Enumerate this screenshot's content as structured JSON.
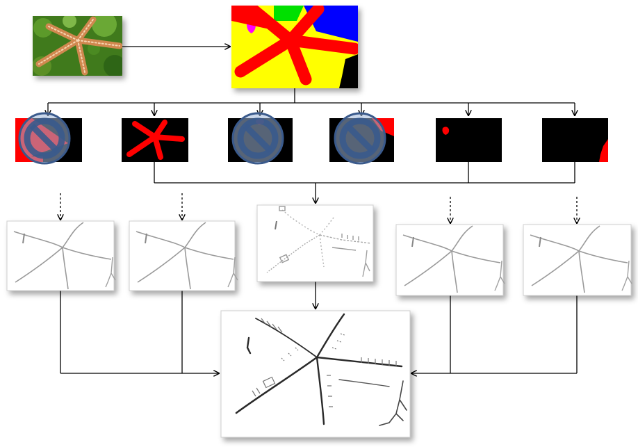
{
  "diagram": {
    "input_image": "starfish-photo",
    "segmentation_map": "segmentation-label-map",
    "region_masks": [
      {
        "id": "mask-1",
        "region": "red-left",
        "rejected": true
      },
      {
        "id": "mask-2",
        "region": "starfish",
        "rejected": false
      },
      {
        "id": "mask-3",
        "region": "small-red-top",
        "rejected": true
      },
      {
        "id": "mask-4",
        "region": "red-corner",
        "rejected": true
      },
      {
        "id": "mask-5",
        "region": "small-blob",
        "rejected": false
      },
      {
        "id": "mask-6",
        "region": "right-edge",
        "rejected": false
      }
    ],
    "edge_maps": [
      "edge-map-1",
      "edge-map-2",
      "edge-map-3-combined-mask",
      "edge-map-4",
      "edge-map-5"
    ],
    "output": "fused-edge-map",
    "colors": {
      "segment_red": "#ff0000",
      "segment_yellow": "#ffff00",
      "segment_green": "#00e000",
      "segment_blue": "#0000ff",
      "segment_magenta": "#ff00ff",
      "mask_background": "#000000",
      "reject_symbol": "#3a5a8c",
      "arrow": "#000000"
    }
  }
}
